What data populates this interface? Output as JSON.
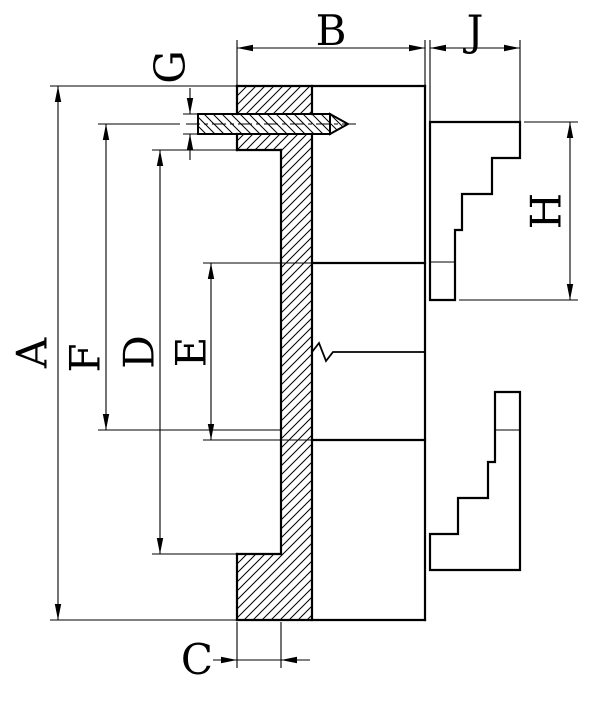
{
  "page": {
    "background": "#ffffff"
  },
  "drawing": {
    "type": "engineering-dimension-drawing",
    "subject": "Lathe chuck cross-section with backplate, mounting stud and stepped jaws",
    "line_color": "#000000",
    "labels": {
      "A": "A",
      "B": "B",
      "C": "C",
      "D": "D",
      "E": "E",
      "F": "F",
      "G": "G",
      "H": "H",
      "J": "J"
    }
  }
}
